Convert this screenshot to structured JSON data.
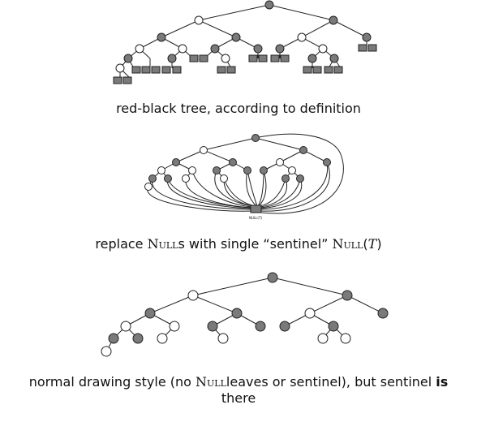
{
  "colors": {
    "black_node": "#7a7a7a",
    "red_node": "#ffffff",
    "stroke": "#222222"
  },
  "captions": {
    "c1": "red-black tree, according to definition",
    "c2_pre": "replace ",
    "c2_null": "Null",
    "c2_s": "s with single “sentinel” ",
    "c2_null2": "Null",
    "c2_open": "(",
    "c2_T": "T",
    "c2_close": ")",
    "c3_pre": "normal drawing style (no ",
    "c3_null": "Null",
    "c3_mid": "leaves or sentinel), but sentinel ",
    "c3_is": "is",
    "c3_end": " there"
  },
  "sentinel_label": "NULL(T)"
}
